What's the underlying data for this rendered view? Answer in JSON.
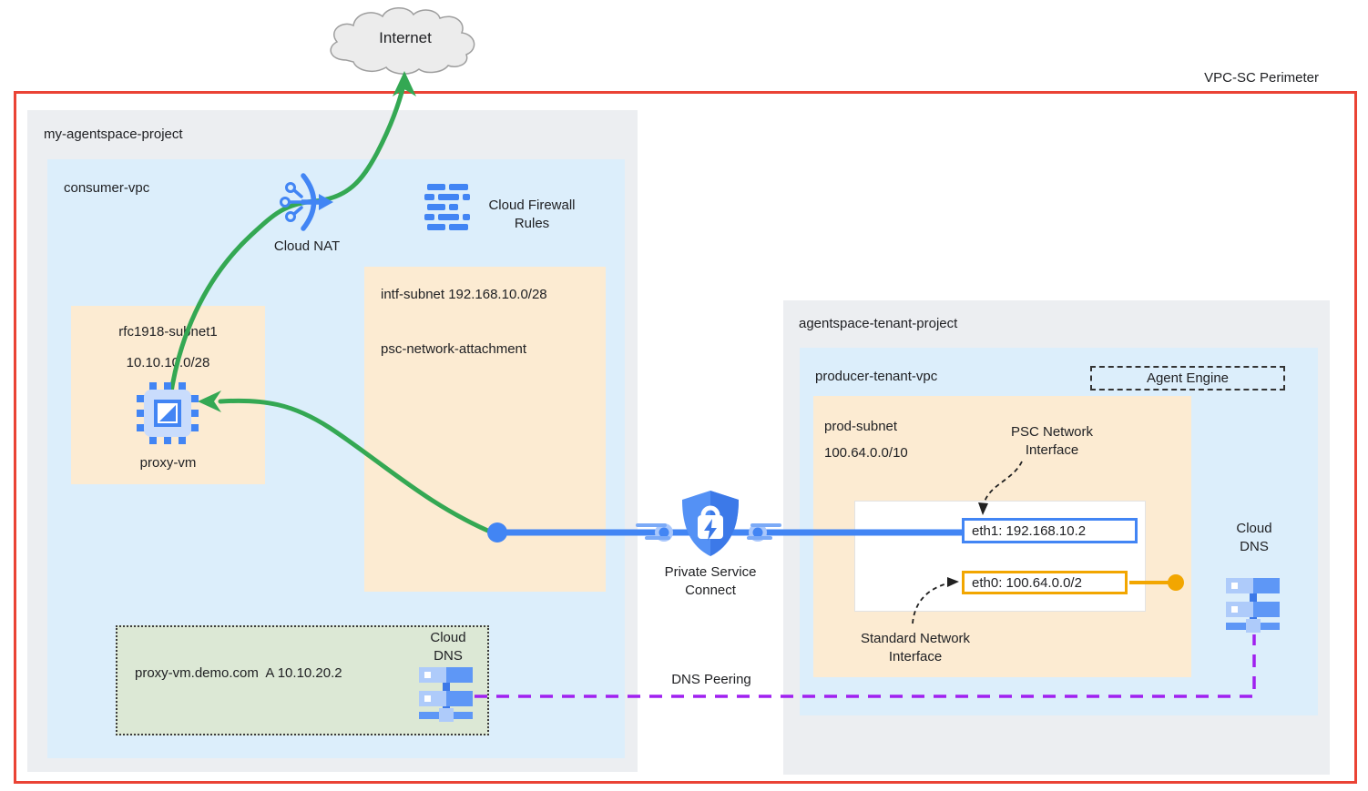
{
  "perimeter": {
    "label": "VPC-SC Perimeter"
  },
  "internet": {
    "label": "Internet"
  },
  "left_project": {
    "title": "my-agentspace-project",
    "vpc": {
      "title": "consumer-vpc",
      "cloud_nat_label": "Cloud NAT",
      "firewall_label": "Cloud Firewall Rules",
      "intf_subnet": {
        "title": "intf-subnet 192.168.10.0/28",
        "attachment": "psc-network-attachment"
      },
      "rfc_subnet": {
        "name": "rfc1918-subnet1",
        "cidr": "10.10.10.0/28",
        "vm_label": "proxy-vm"
      },
      "dns_zone": {
        "record": "proxy-vm.demo.com  A 10.10.20.2",
        "label": "Cloud DNS"
      }
    }
  },
  "psc": {
    "label": "Private Service Connect"
  },
  "dns_peering": {
    "label": "DNS Peering"
  },
  "right_project": {
    "title": "agentspace-tenant-project",
    "vpc": {
      "title": "producer-tenant-vpc",
      "agent_engine_label": "Agent Engine",
      "prod_subnet": {
        "name": "prod-subnet",
        "cidr": "100.64.0.0/10",
        "psc_nic_label": "PSC Network Interface",
        "eth1_label": "eth1: 192.168.10.2",
        "eth0_label": "eth0: 100.64.0.0/2",
        "std_nic_label": "Standard Network Interface"
      },
      "cloud_dns_label": "Cloud DNS"
    }
  },
  "colors": {
    "perimeter_red": "#EA4335",
    "flow_green": "#34A853",
    "psc_blue": "#4285F4",
    "dns_peering_purple": "#A020F0",
    "eth0_yellow": "#F2A600",
    "project_gray": "#ECEEF1",
    "vpc_blue": "#DCEEFB",
    "subnet_peach": "#FCEBD2",
    "dns_zone_green": "#DCE8D5"
  }
}
